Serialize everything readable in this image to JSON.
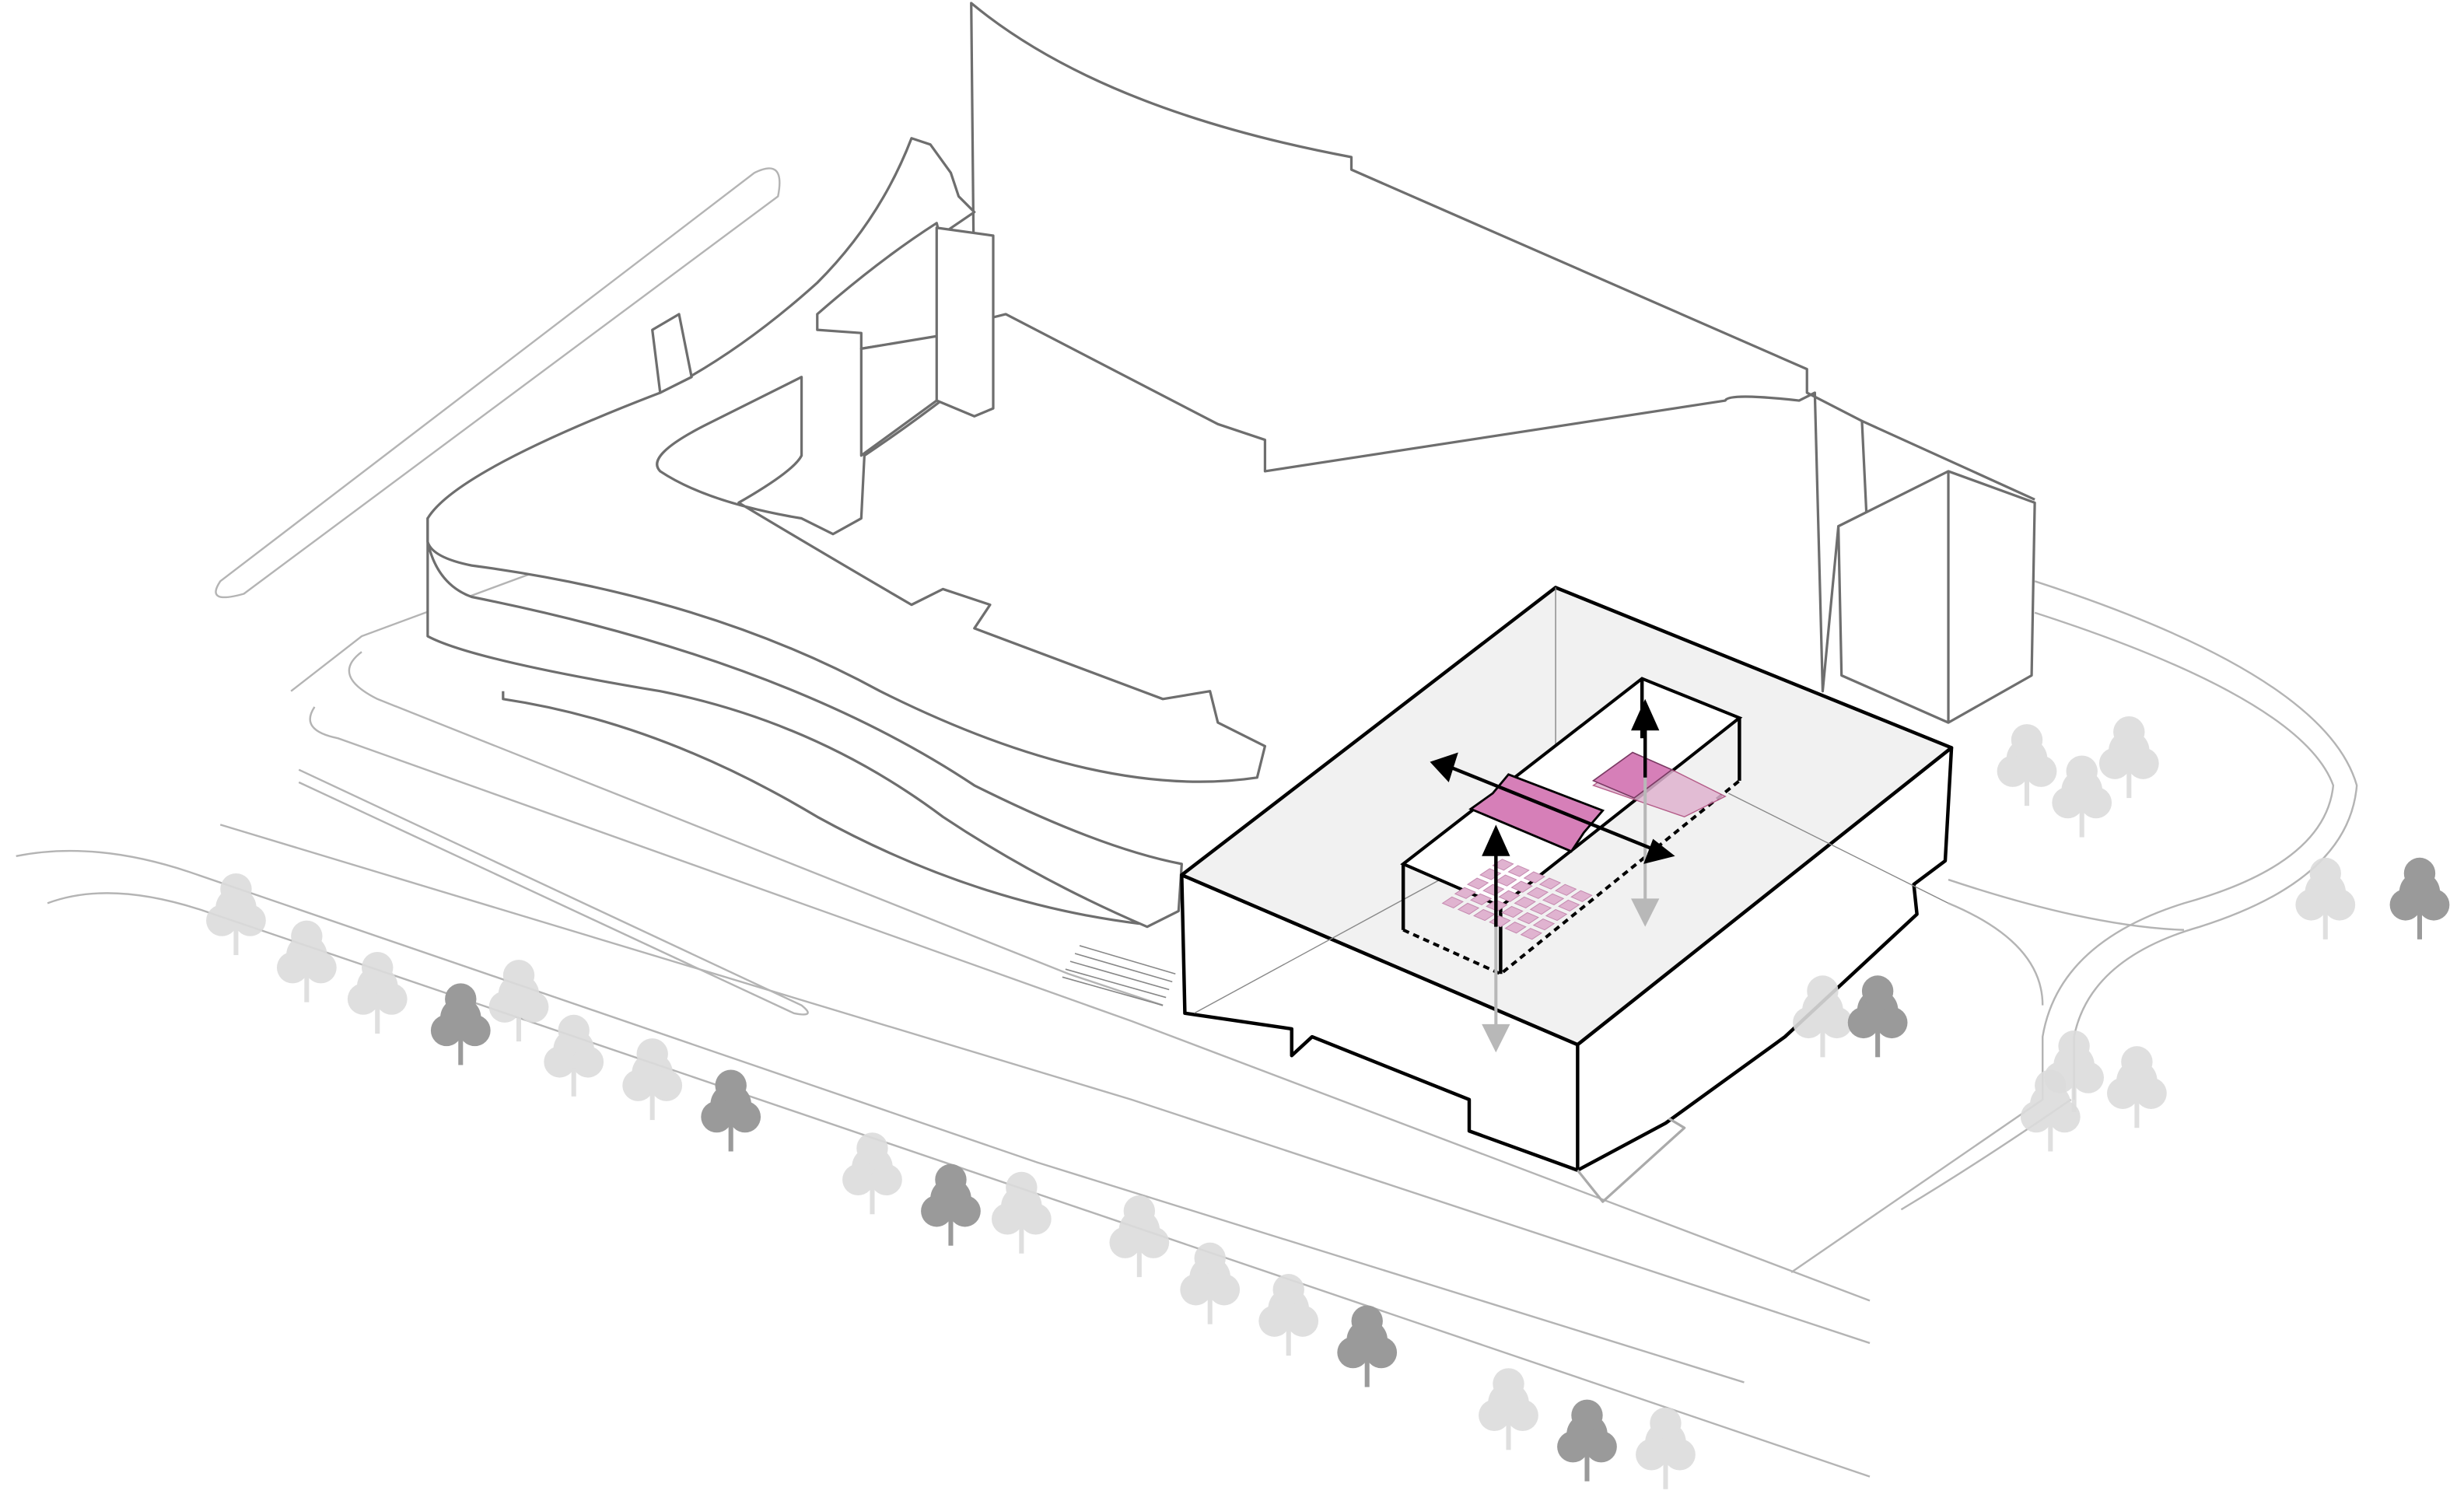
{
  "colors": {
    "background": "#ffffff",
    "context_lines": "#6e6e6e",
    "roads": "#b4b4b4",
    "roof": "#f1f1f1",
    "accent_magenta": "#d67fb8",
    "accent_magenta_light": "#e0b3d0",
    "down_arrow": "#b8b8b8",
    "tree_light": "#dcdcdc",
    "tree_dark": "#9a9a9a"
  },
  "icons": [
    "arrow-up",
    "arrow-down",
    "arrow-horizontal",
    "tree"
  ]
}
